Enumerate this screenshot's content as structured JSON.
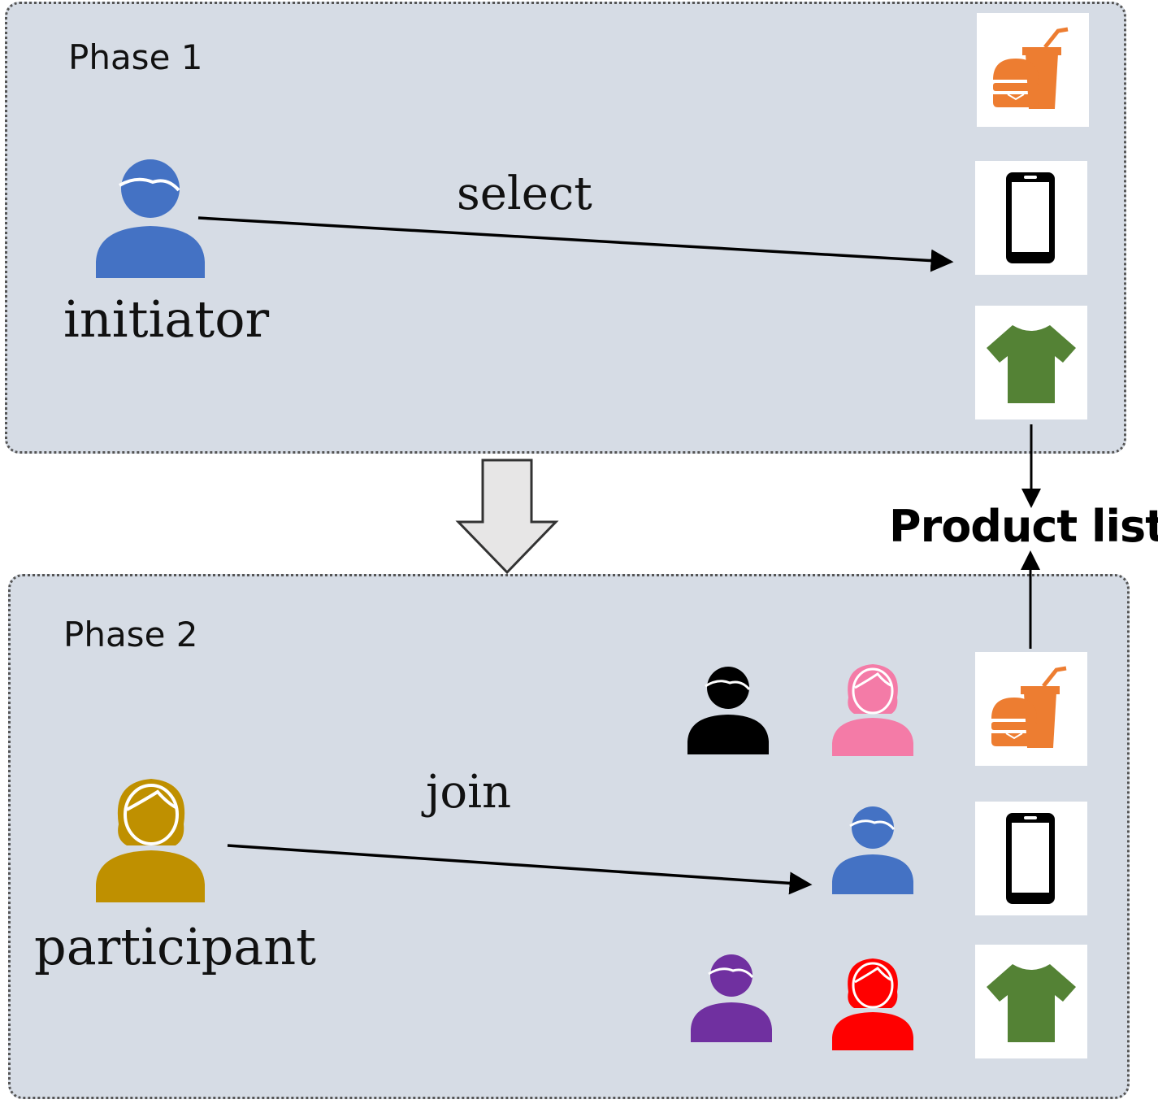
{
  "phase1": {
    "title": "Phase 1",
    "role_label": "initiator",
    "arrow_label": "select"
  },
  "phase2": {
    "title": "Phase 2",
    "role_label": "participant",
    "arrow_label": "join"
  },
  "product_list_label": "Product list",
  "products": [
    {
      "icon": "fast-food-icon",
      "color": "#ed7d31"
    },
    {
      "icon": "smartphone-icon",
      "color": "#000000"
    },
    {
      "icon": "t-shirt-icon",
      "color": "#548235"
    }
  ],
  "people_colors": {
    "initiator": "#4472c4",
    "participant": "#bf9000",
    "black_man": "#000000",
    "pink_woman": "#f47ba7",
    "blue_man": "#4472c4",
    "purple_man": "#7030a0",
    "red_woman": "#ff0000"
  },
  "colors": {
    "panel_background": "#d6dce5",
    "panel_border": "#555555",
    "big_arrow_fill": "#e7e6e6"
  }
}
